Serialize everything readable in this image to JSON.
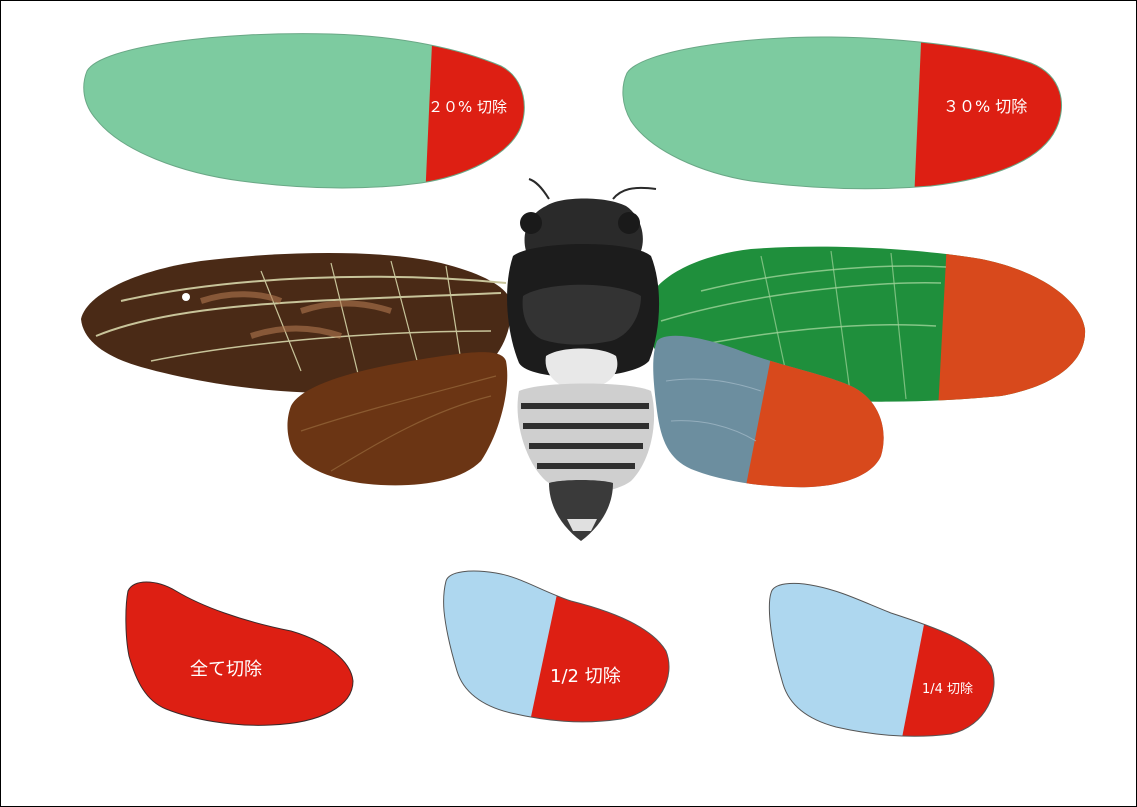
{
  "labels": {
    "forewing_20": "２０% 切除",
    "forewing_30": "３０% 切除",
    "hindwing_all": "全て切除",
    "hindwing_half": "1/2 切除",
    "hindwing_quarter": "1/4 切除"
  },
  "colors": {
    "forewing_remaining": "#7dcba0",
    "hindwing_remaining": "#aed7ef",
    "removed": "#dd1f13",
    "overlay_forewing_remaining": "#1f8f3c",
    "overlay_hindwing_remaining": "#6c8e9f",
    "overlay_removed": "#d8491c",
    "wing_brown": "#4a2a16",
    "body_dark": "#1c1c1c"
  },
  "icons": {
    "specimen": "cicada-specimen-icon"
  }
}
